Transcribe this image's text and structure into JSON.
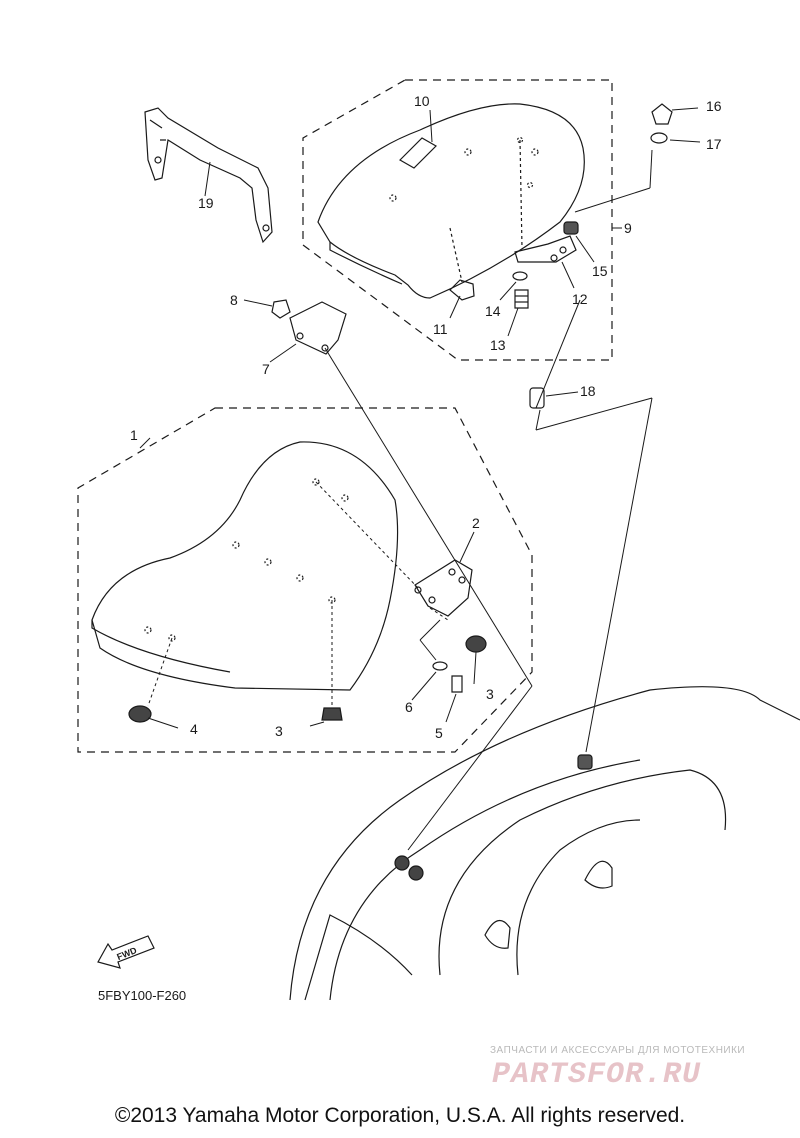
{
  "callouts": [
    {
      "id": "1",
      "label": "1"
    },
    {
      "id": "2",
      "label": "2"
    },
    {
      "id": "3a",
      "label": "3"
    },
    {
      "id": "3b",
      "label": "3"
    },
    {
      "id": "4",
      "label": "4"
    },
    {
      "id": "5",
      "label": "5"
    },
    {
      "id": "6",
      "label": "6"
    },
    {
      "id": "7",
      "label": "7"
    },
    {
      "id": "8",
      "label": "8"
    },
    {
      "id": "9",
      "label": "9"
    },
    {
      "id": "10",
      "label": "10"
    },
    {
      "id": "11",
      "label": "11"
    },
    {
      "id": "12",
      "label": "12"
    },
    {
      "id": "13",
      "label": "13"
    },
    {
      "id": "14",
      "label": "14"
    },
    {
      "id": "15",
      "label": "15"
    },
    {
      "id": "16",
      "label": "16"
    },
    {
      "id": "17",
      "label": "17"
    },
    {
      "id": "18",
      "label": "18"
    },
    {
      "id": "19",
      "label": "19"
    }
  ],
  "fwd_label": "FWD",
  "diagram_code": "5FBY100-F260",
  "copyright": "©2013 Yamaha Motor Corporation, U.S.A. All rights reserved.",
  "watermark": {
    "caption": "ЗАПЧАСТИ И АКСЕССУАРЫ ДЛЯ МОТОТЕХНИКИ",
    "logo": "PARTSFOR.RU"
  },
  "colors": {
    "line": "#1a1a1a",
    "watermark_logo": "#e7c3c8",
    "watermark_caption": "#b9b9b9"
  }
}
